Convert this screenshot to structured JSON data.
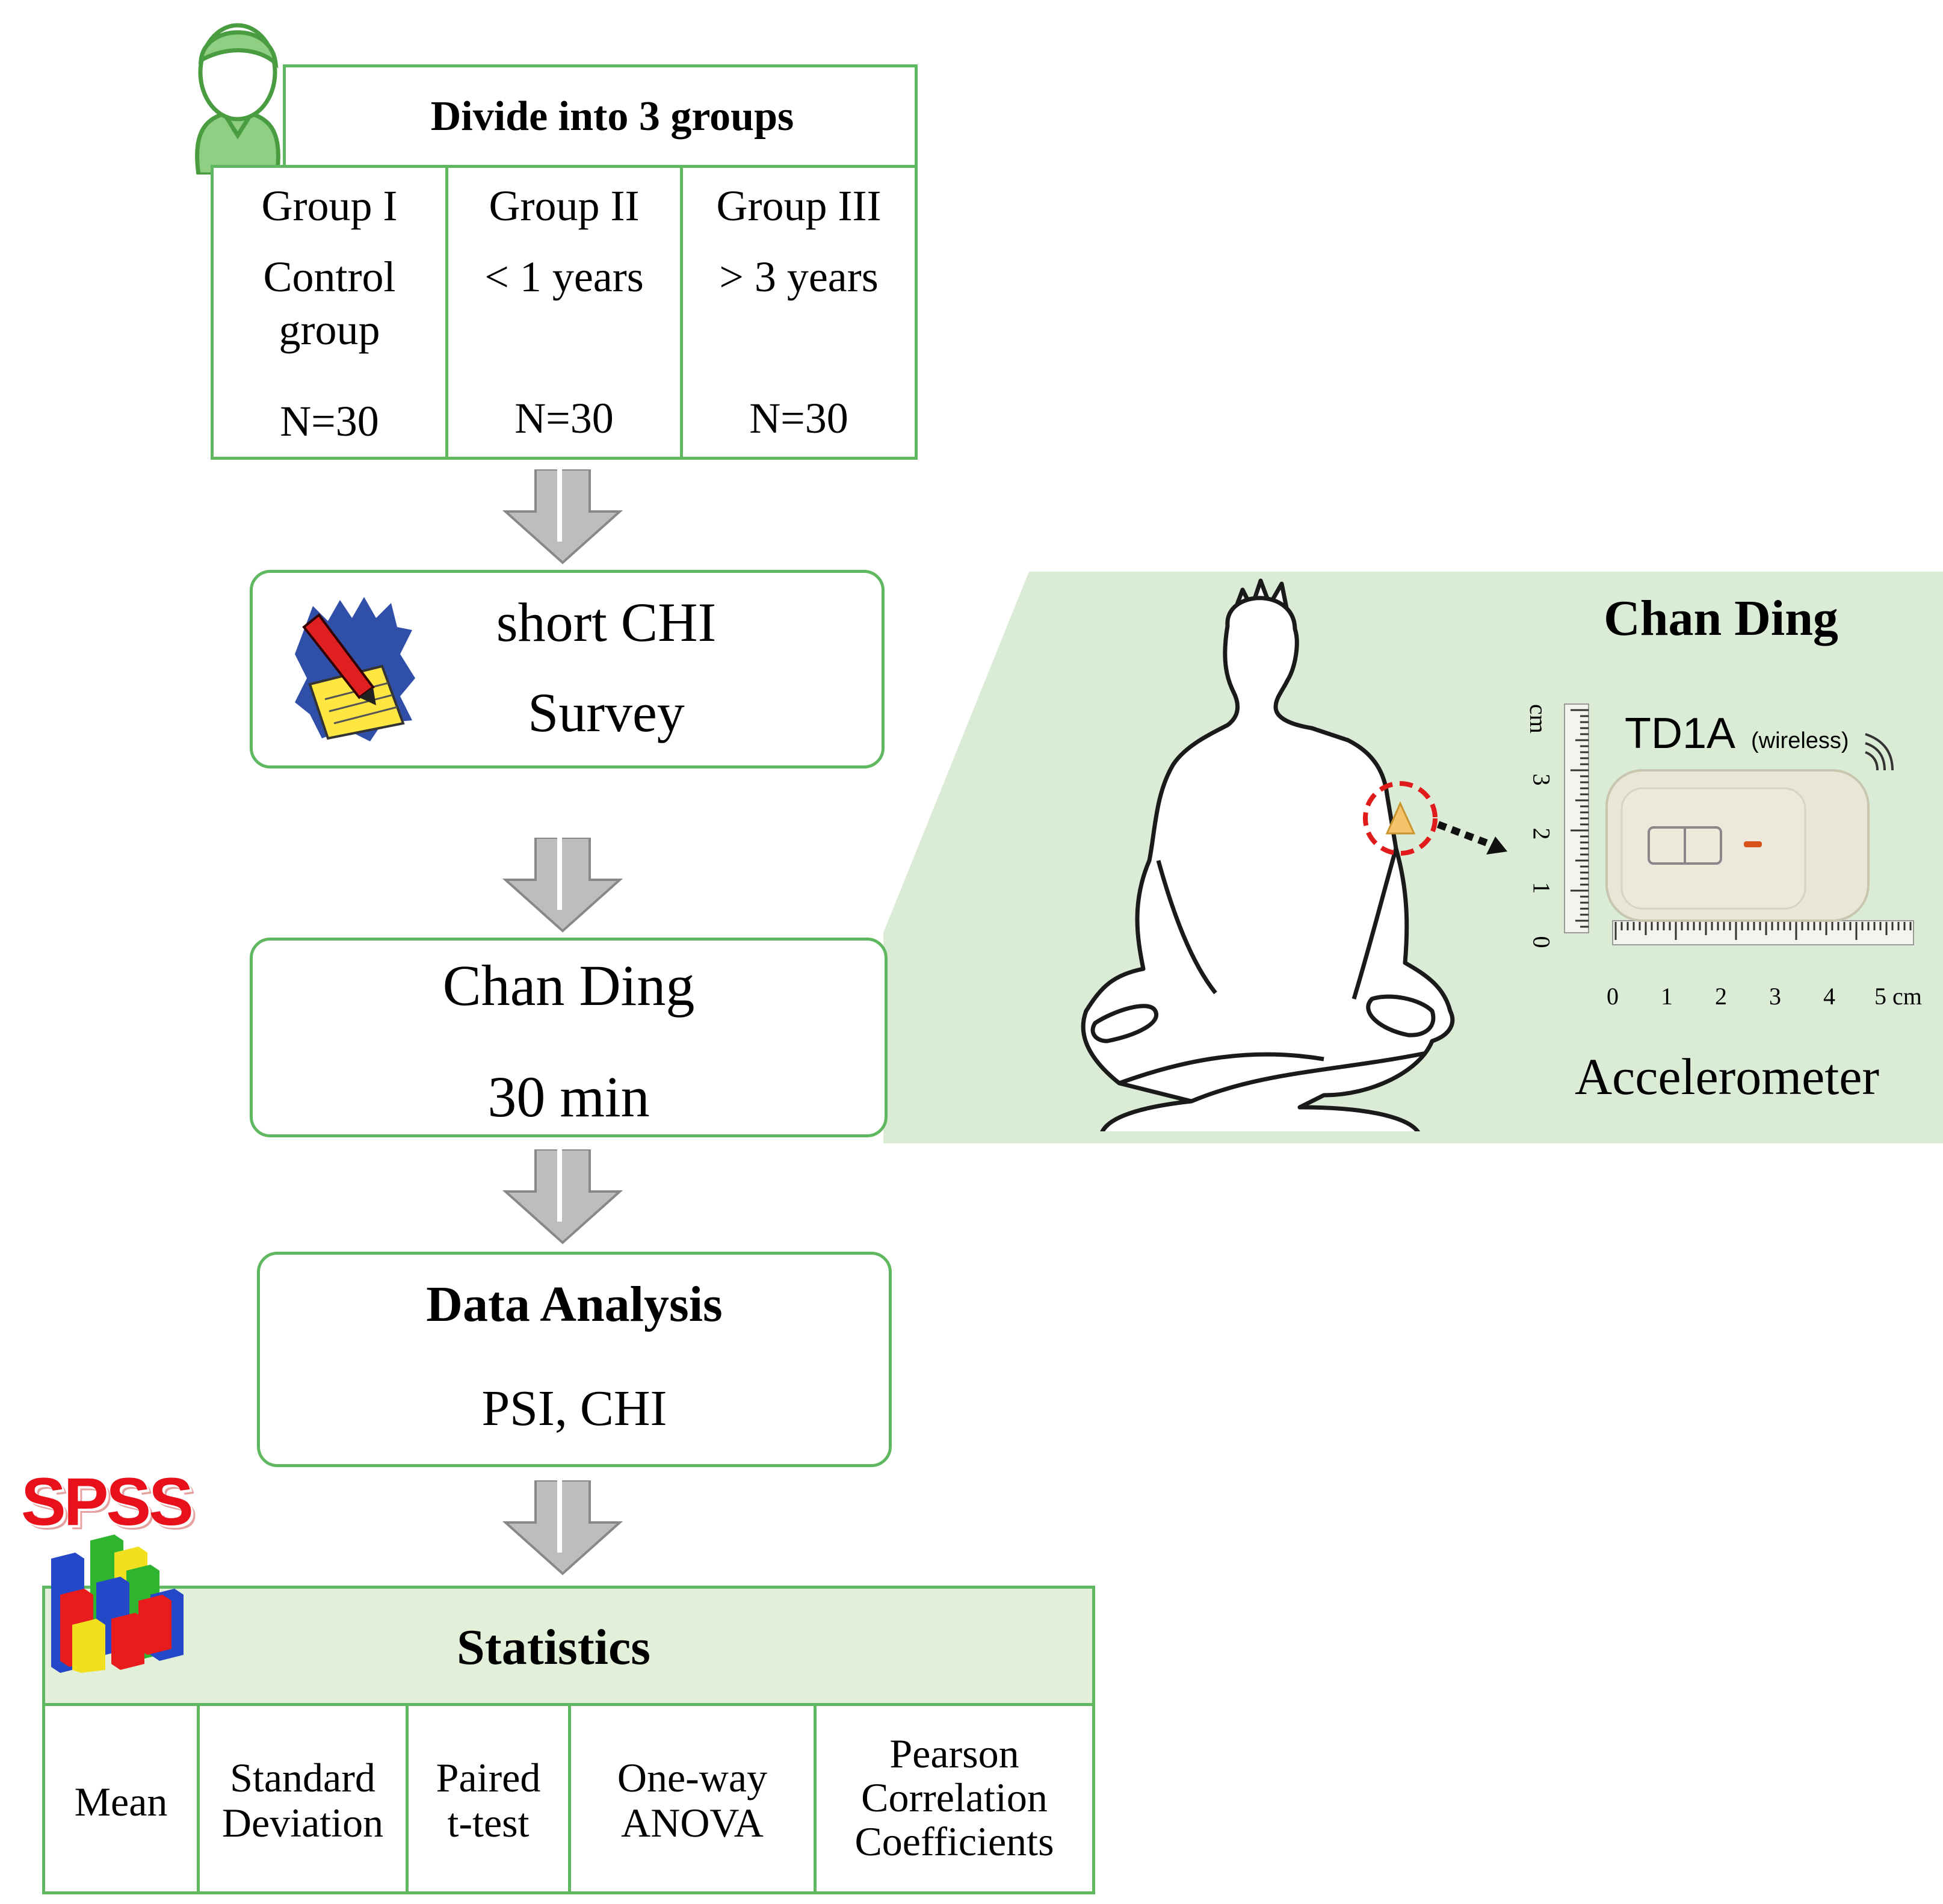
{
  "groups": {
    "title": "Divide into 3 groups",
    "items": [
      {
        "name": "Group I",
        "desc_line1": "Control",
        "desc_line2": "group",
        "n": "N=30"
      },
      {
        "name": "Group II",
        "desc_line1": "< 1 years",
        "desc_line2": "",
        "n": "N=30"
      },
      {
        "name": "Group III",
        "desc_line1": "> 3 years",
        "desc_line2": "",
        "n": "N=30"
      }
    ]
  },
  "survey": {
    "line1": "short CHI",
    "line2": "Survey",
    "icon": "notepad-pencil-icon"
  },
  "chanding_box": {
    "line1": "Chan Ding",
    "line2": "30 min"
  },
  "analysis": {
    "title": "Data Analysis",
    "subtitle": "PSI, CHI"
  },
  "statistics": {
    "logo_text": "SPSS",
    "title": "Statistics",
    "methods": [
      {
        "l1": "Mean",
        "l2": "",
        "l3": ""
      },
      {
        "l1": "Standard",
        "l2": "Deviation",
        "l3": ""
      },
      {
        "l1": "Paired",
        "l2": "t-test",
        "l3": ""
      },
      {
        "l1": "One-way",
        "l2": "ANOVA",
        "l3": ""
      },
      {
        "l1": "Pearson",
        "l2": "Correlation",
        "l3": "Coefficients"
      }
    ]
  },
  "illustration": {
    "title": "Chan Ding",
    "device_name": "TD1A",
    "device_note": "(wireless)",
    "caption": "Accelerometer",
    "ruler_unit": "cm",
    "ruler_x_labels": [
      "0",
      "1",
      "2",
      "3",
      "4",
      "5 cm"
    ],
    "ruler_y_labels": [
      "cm",
      "3",
      "2",
      "1",
      "0"
    ]
  },
  "colors": {
    "border": "#5fb85f",
    "panel": "#dbecd6",
    "header": "#e2f0d9",
    "arrow": "#b0b0b0"
  }
}
